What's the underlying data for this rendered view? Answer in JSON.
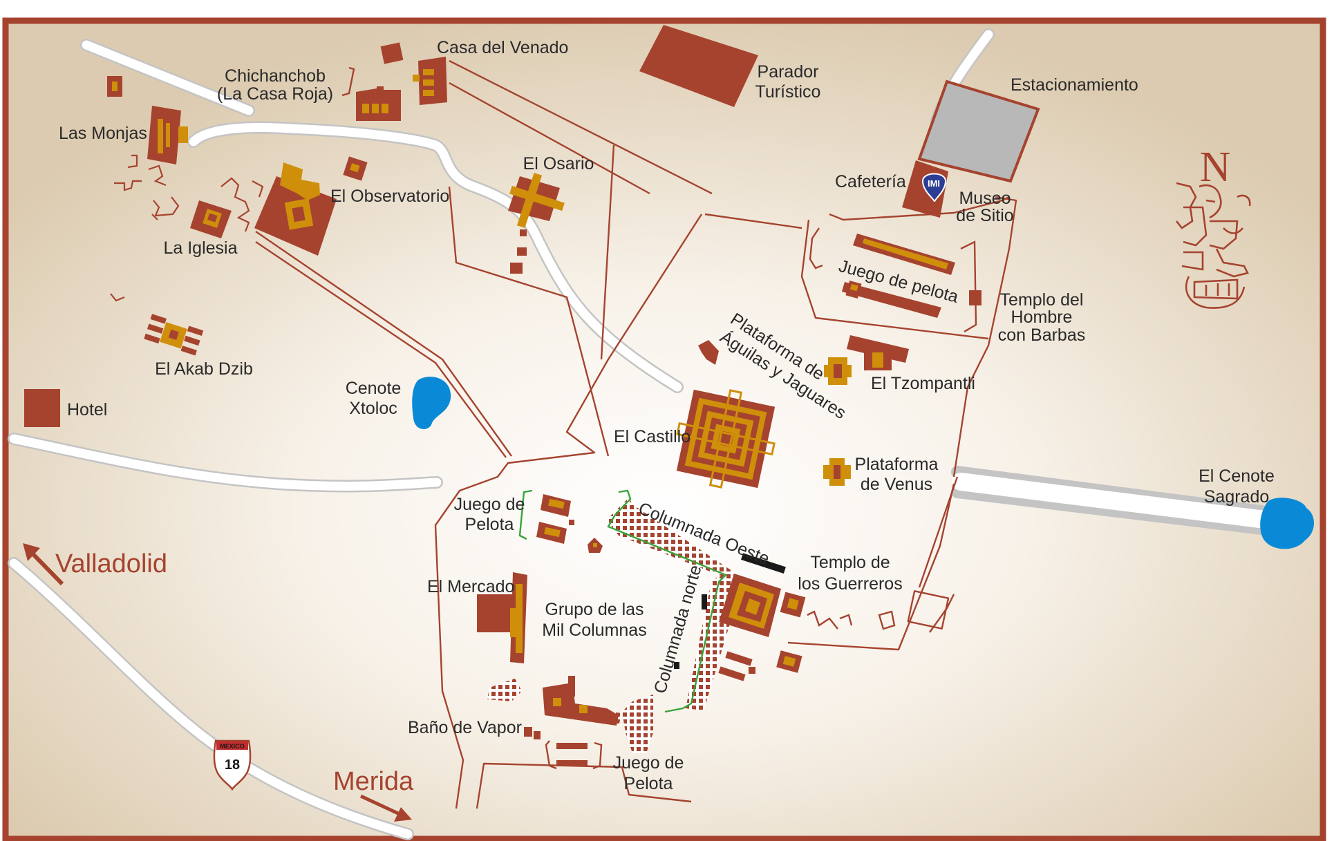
{
  "colors": {
    "border": "#a5432f",
    "building": "#a5432f",
    "structure_accent": "#cf8f0a",
    "path": "#a5432f",
    "road_fill": "#ffffff",
    "road_edge": "#c4c4c4",
    "water": "#0a8ad6",
    "parking": "#b8b8b8",
    "green_outline": "#3aa33a",
    "museum_marker": "#2b3d94"
  },
  "labels": {
    "casa_del_venado": "Casa del Venado",
    "chichanchob_1": "Chichanchob",
    "chichanchob_2": "(La Casa Roja)",
    "parador_1": "Parador",
    "parador_2": "Turístico",
    "estacionamiento": "Estacionamiento",
    "las_monjas": "Las Monjas",
    "el_osario": "El Osario",
    "el_observatorio": "El Observatorio",
    "cafeteria": "Cafetería",
    "museo_1": "Museo",
    "museo_2": "de Sitio",
    "la_iglesia": "La Iglesia",
    "juego_pelota_top": "Juego de pelota",
    "templo_hombre_1": "Templo del",
    "templo_hombre_2": "Hombre",
    "templo_hombre_3": "con Barbas",
    "plataforma_aguilas_1": "Plataforma de",
    "plataforma_aguilas_2": "Águilas y Jaguares",
    "el_akab_dzib": "El Akab Dzib",
    "el_tzompantli": "El Tzompantli",
    "cenote_xtoloc_1": "Cenote",
    "cenote_xtoloc_2": "Xtoloc",
    "hotel": "Hotel",
    "el_castillo": "El Castillo",
    "plataforma_venus_1": "Plataforma",
    "plataforma_venus_2": "de Venus",
    "cenote_sagrado_1": "El Cenote",
    "cenote_sagrado_2": "Sagrado",
    "juego_pelota_mid_1": "Juego de",
    "juego_pelota_mid_2": "Pelota",
    "columnada_oeste": "Columnada Oeste",
    "valladolid": "Valladolid",
    "templo_guerreros_1": "Templo de",
    "templo_guerreros_2": "los Guerreros",
    "el_mercado": "El Mercado",
    "grupo_mil_1": "Grupo de las",
    "grupo_mil_2": "Mil Columnas",
    "columnada_norte": "Columnada norte",
    "bano_de_vapor": "Baño de Vapor",
    "juego_pelota_bottom_1": "Juego de",
    "juego_pelota_bottom_2": "Pelota",
    "merida": "Merida",
    "north": "N",
    "museum_marker": "IMI",
    "highway_country": "MEXICO",
    "highway_number": "18"
  },
  "icons": {
    "north_glyph": "maya-glyph-icon",
    "museum": "museum-marker-icon",
    "highway": "highway-shield-icon"
  }
}
